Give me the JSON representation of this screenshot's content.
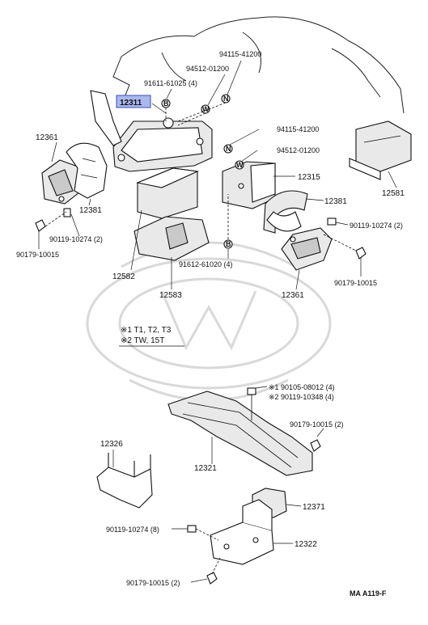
{
  "highlight_part": "12311",
  "labels": {
    "p94115_41200_a": "94115-41200",
    "p94512_01200_a": "94512-01200",
    "p91611_61025": "91611-61025 (4)",
    "p94115_41200_b": "94115-41200",
    "p94512_01200_b": "94512-01200",
    "p12315": "12315",
    "p12381_right": "12381",
    "p12581": "12581",
    "p12361_left": "12361",
    "p12381_left": "12381",
    "p90119_10274_left": "90119-10274 (2)",
    "p90179_10015_left": "90179-10015",
    "p90119_10274_right": "90119-10274 (2)",
    "p91612_61020": "91612-61020 (4)",
    "p90179_10015_right": "90179-10015",
    "p12582": "12582",
    "p12583": "12583",
    "p12361_right": "12361",
    "p90105_08012": "※1 90105-08012 (4)",
    "p90119_10348": "※2 90119-10348 (4)",
    "p90179_10015_2": "90179-10015 (2)",
    "p12326": "12326",
    "p12321": "12321",
    "p12371": "12371",
    "p90119_10274_8": "90119-10274 (8)",
    "p12322": "12322",
    "p90179_10015_2b": "90179-10015 (2)"
  },
  "circle_letters": {
    "n1": "N",
    "w1": "W",
    "b1": "B",
    "n2": "N",
    "w2": "W",
    "b2": "B"
  },
  "notes": {
    "note1": "※1 T1, T2, T3",
    "note2": "※2 TW, 15T"
  },
  "figure_code": "MA A119-F",
  "colors": {
    "highlight_fill": "#a9b8ee",
    "highlight_stroke": "#3a4fb0",
    "line": "#111111",
    "watermark": "#d9d9d9"
  }
}
